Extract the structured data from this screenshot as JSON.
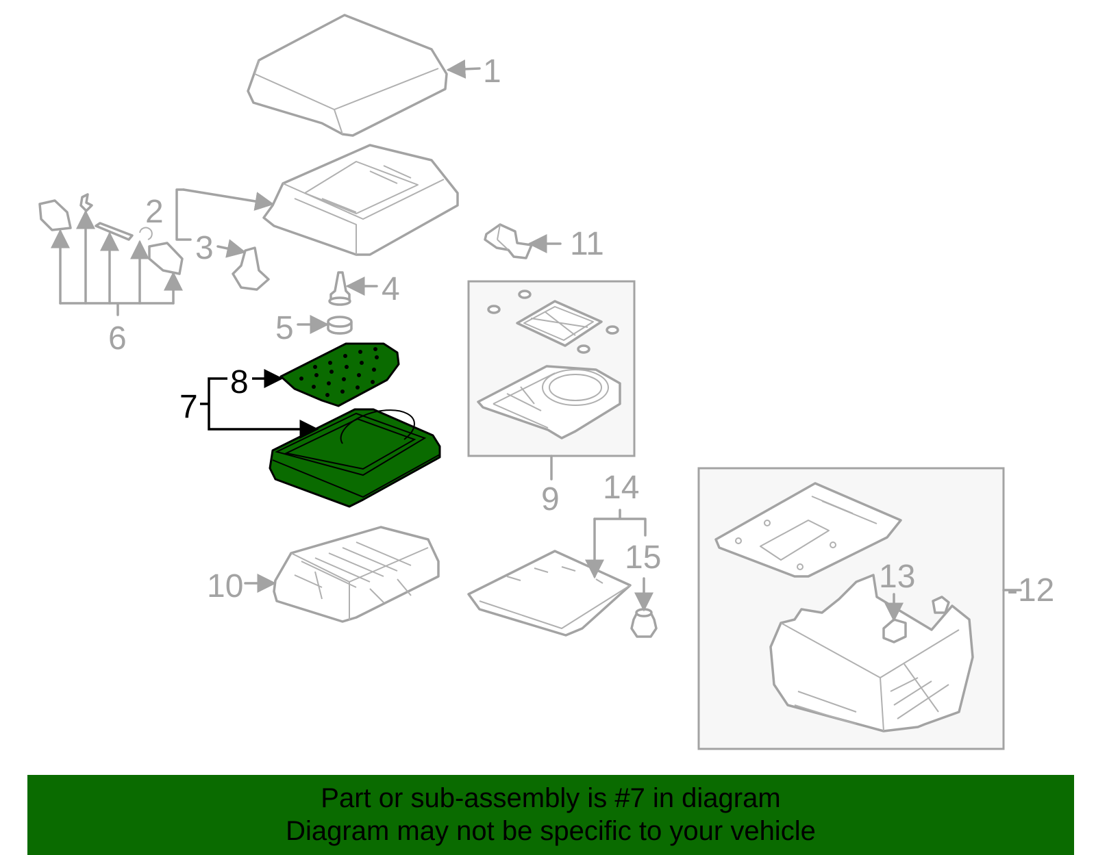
{
  "callouts": {
    "c1": "1",
    "c2": "2",
    "c3": "3",
    "c4": "4",
    "c5": "5",
    "c6": "6",
    "c7": "7",
    "c8": "8",
    "c9": "9",
    "c10": "10",
    "c11": "11",
    "c12": "-12",
    "c13": "13",
    "c14": "14",
    "c15": "15"
  },
  "banner": {
    "line1": "Part or sub-assembly is #7 in diagram",
    "line2": "Diagram may not be specific to your vehicle"
  },
  "colors": {
    "highlight": "#0a6b00",
    "line_gray": "#a3a3a3",
    "selected_text": "#000000"
  }
}
